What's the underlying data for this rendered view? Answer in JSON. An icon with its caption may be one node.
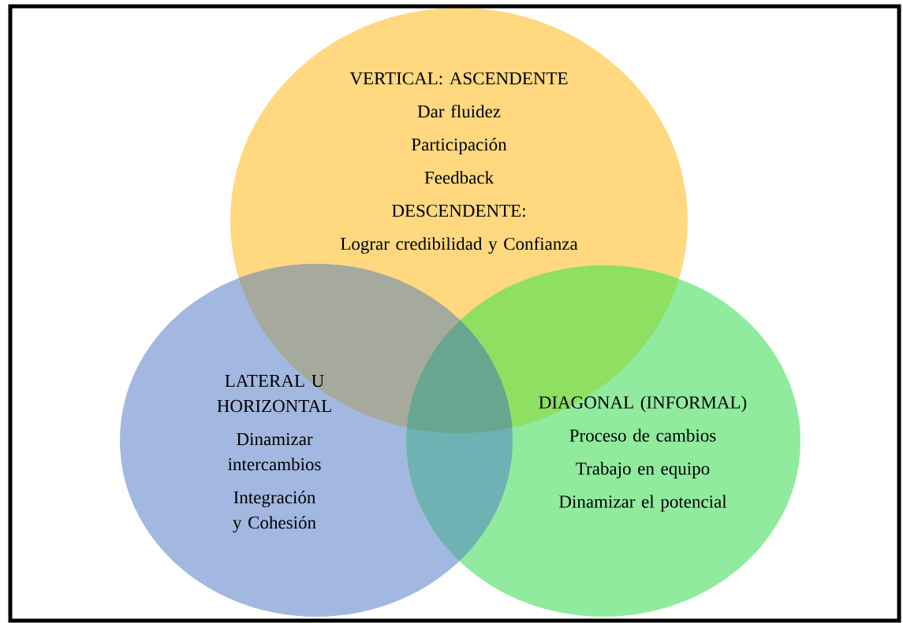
{
  "diagram": {
    "nodes": [
      {
        "text": [
          "VERTICAL: ASCENDENTE",
          "Dar fluidez",
          "Participación",
          "Feedback",
          "DESCENDENTE:",
          "Lograr credibilidad y Confianza"
        ]
      },
      {
        "text": [
          "LATERAL U HORIZONTAL",
          "Dinamizar intercambios",
          "Integración y Cohesión"
        ]
      },
      {
        "text": [
          "DIAGONAL (INFORMAL)",
          "Proceso de cambios",
          "Trabajo en equipo",
          "Dinamizar el potencial"
        ]
      }
    ]
  }
}
